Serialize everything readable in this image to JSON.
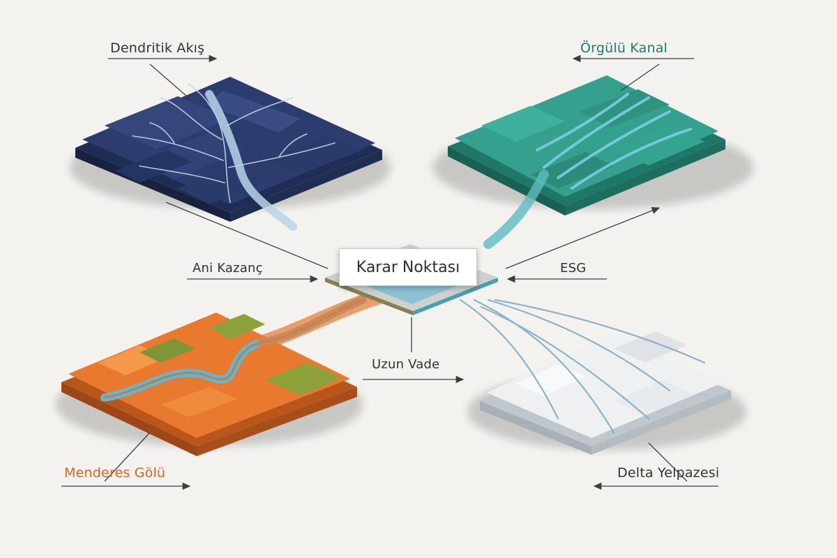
{
  "center": {
    "title": "Karar Noktası"
  },
  "regions": {
    "dendritik": {
      "label": "Dendritik Akış",
      "color": "#2c3c6e",
      "label_color": "#2e3338"
    },
    "orgulu": {
      "label": "Örgülü Kanal",
      "color": "#36a08e",
      "label_color": "#1f7a6e"
    },
    "menderes": {
      "label": "Menderes Gölü",
      "color": "#e8792f",
      "label_color": "#d9661e"
    },
    "delta": {
      "label": "Delta Yelpazesi",
      "color": "#e4e7ea",
      "label_color": "#2e3338"
    }
  },
  "factors": {
    "ani": {
      "label": "Ani Kazanç"
    },
    "esg": {
      "label": "ESG"
    },
    "uzun": {
      "label": "Uzun Vade"
    }
  },
  "colors": {
    "water": "#63b7d3",
    "water_dark": "#4a84c0",
    "moss": "#8da13a",
    "arrow": "#3b3f44"
  },
  "icons": {
    "arrow": "arrow-icon"
  }
}
